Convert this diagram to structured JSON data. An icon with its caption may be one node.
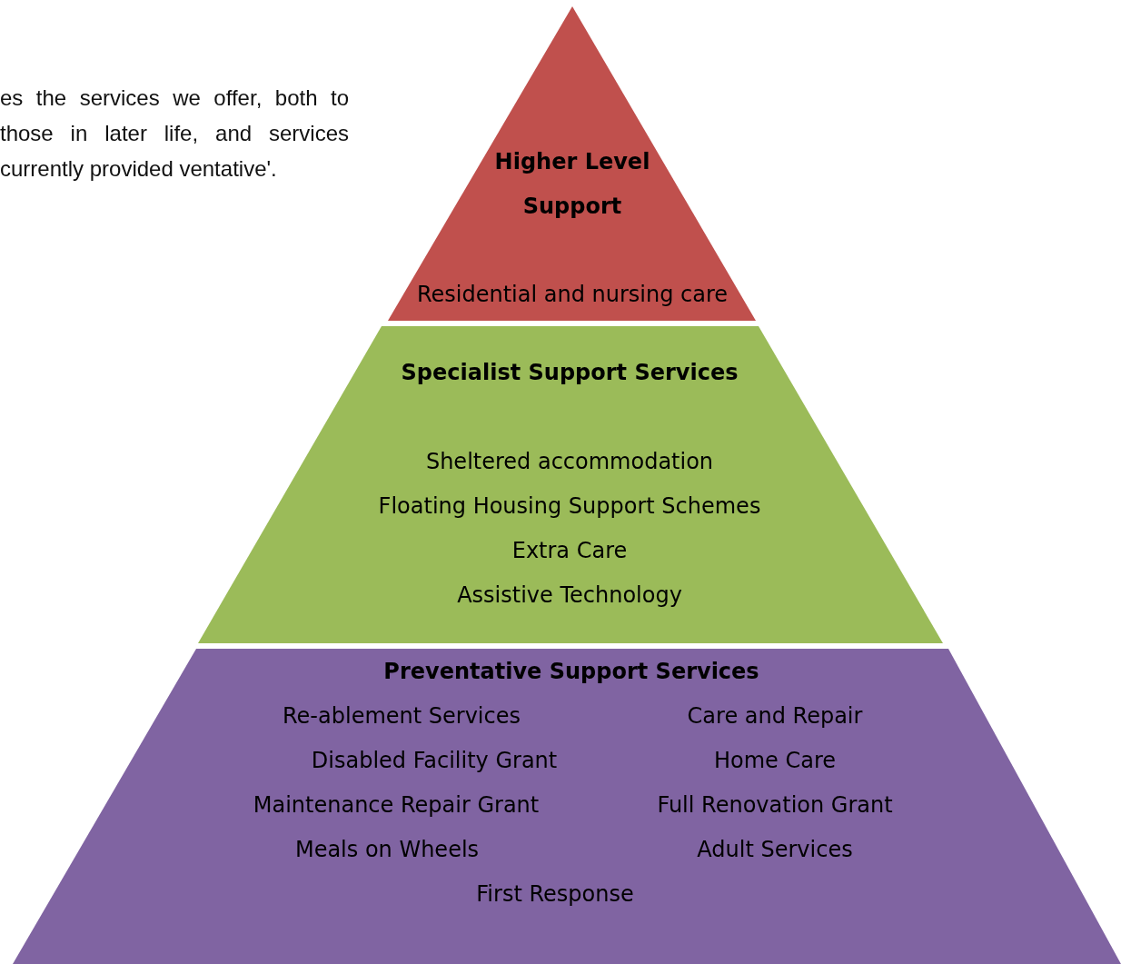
{
  "diagram": {
    "nodes": [
      {
        "text": [
          "Higher Level Support",
          "Residential and nursing care"
        ]
      },
      {
        "text": [
          "Specialist Support Services",
          "Sheltered accommodation",
          "Floating Housing Support Schemes",
          "Extra Care",
          "Assistive Technology"
        ]
      },
      {
        "text": [
          "Preventative Support Services",
          "Re-ablement Services",
          "Care and Repair",
          "Disabled Facility Grant",
          "Home Care",
          "Maintenance Repair Grant",
          "Full Renovation Grant",
          "Meals on Wheels",
          "Adult Services",
          "First Response"
        ]
      }
    ],
    "labels": [
      "es the services we offer, both to those in later life, and services currently provided ventative'."
    ]
  }
}
